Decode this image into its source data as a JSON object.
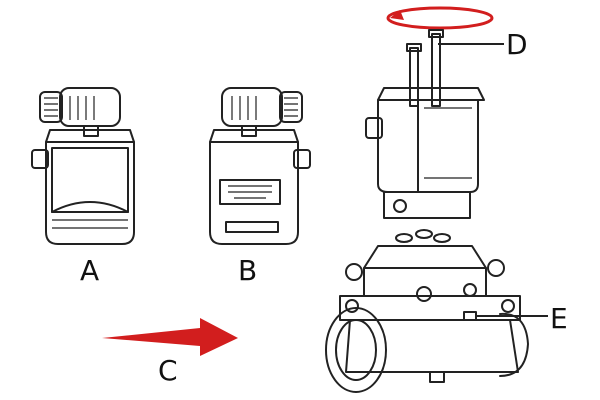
{
  "labels": {
    "a": "A",
    "b": "B",
    "c": "C",
    "d": "D",
    "e": "E"
  },
  "colors": {
    "arrow": "#d21e1e",
    "outline": "#222222",
    "fill": "#ffffff",
    "shade": "#efefef"
  },
  "icons": {
    "rotation": "rotation-arrow-icon",
    "direction": "flow-direction-arrow-icon"
  }
}
